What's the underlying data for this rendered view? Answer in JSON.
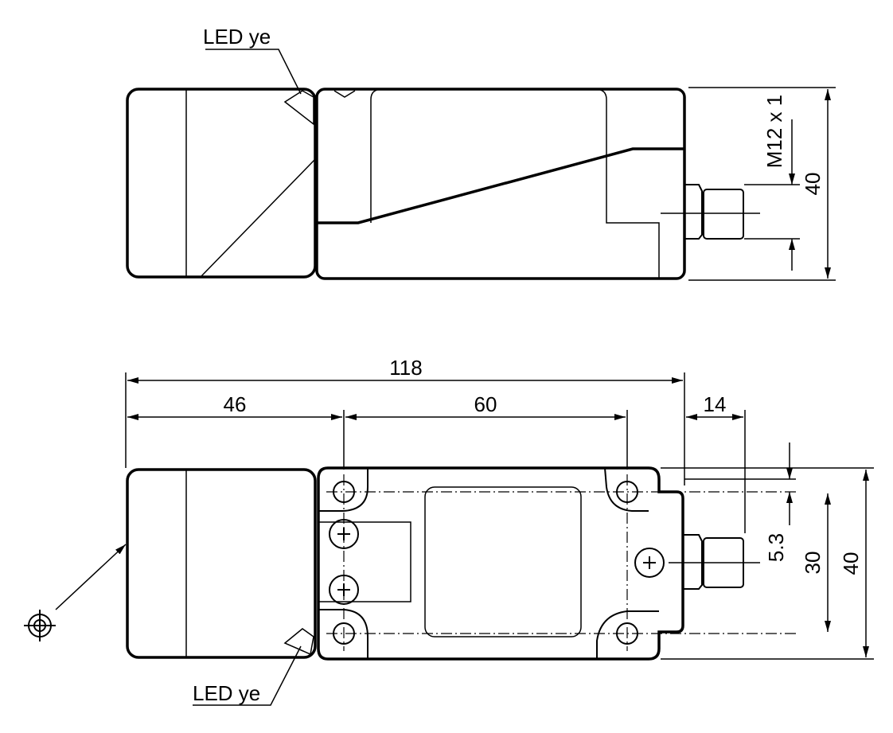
{
  "top_view": {
    "led_label": "LED ye",
    "thread_label": "M12 x 1",
    "height_dim": "40"
  },
  "bottom_view": {
    "led_label": "LED ye",
    "overall_length": "118",
    "sensing_face_length": "46",
    "hole_spacing": "60",
    "connector_length": "14",
    "offset_dim": "5.3",
    "hole_spacing_vertical": "30",
    "width_dim": "40"
  }
}
